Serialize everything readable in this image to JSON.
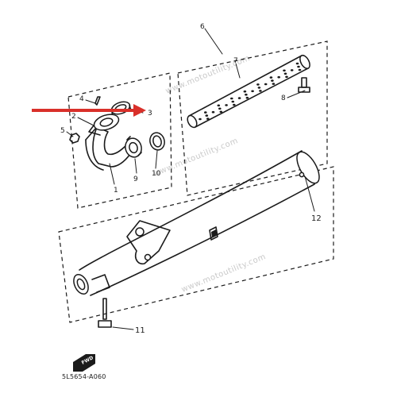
{
  "diagram": {
    "callouts": {
      "c1": "1",
      "c2": "2",
      "c3": "3",
      "c4": "4",
      "c5": "5",
      "c6": "6",
      "c7": "7",
      "c8": "8",
      "c9": "9",
      "c10": "10",
      "c11": "11",
      "c12": "12"
    },
    "fwd_label": "FWD",
    "drawing_code": "5L5654-A060",
    "watermark": "www.motoutility.com",
    "highlight_color": "#d9302a"
  }
}
